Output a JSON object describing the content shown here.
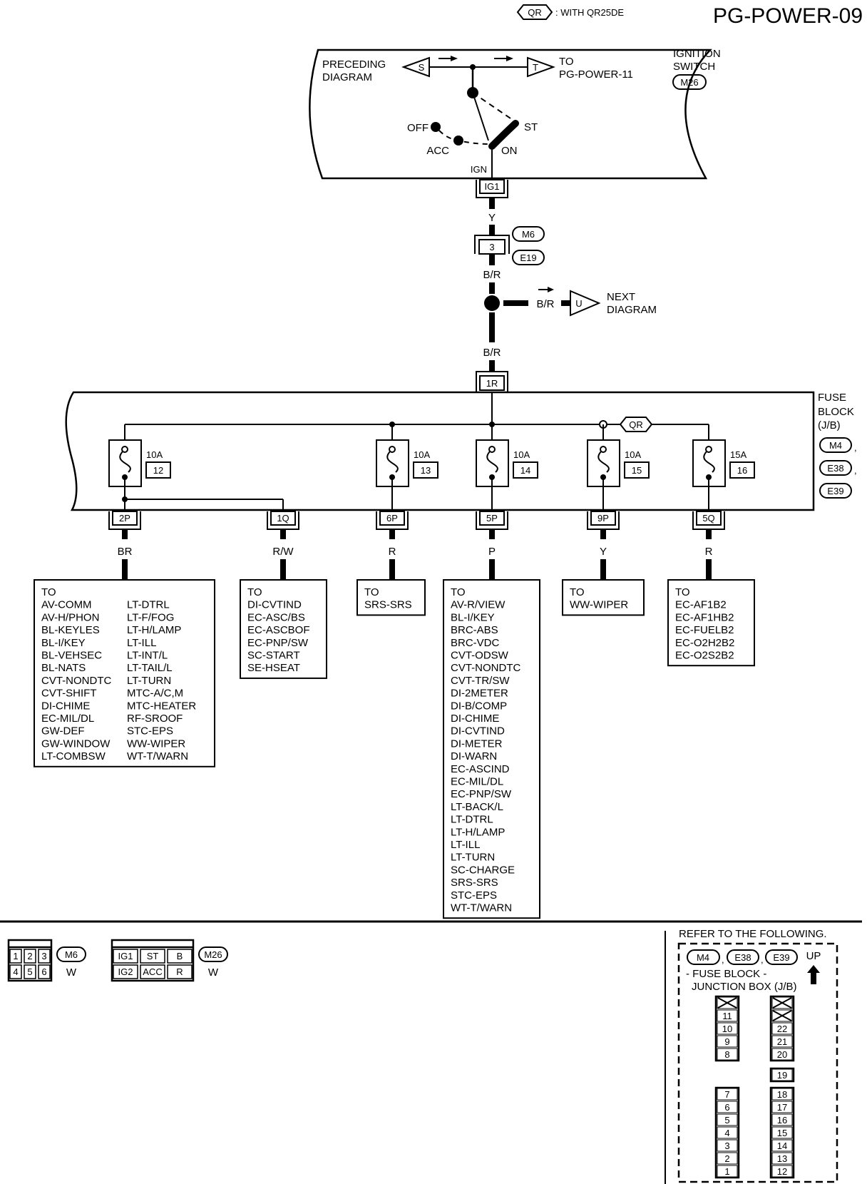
{
  "header": {
    "legend_badge": "QR",
    "legend_text": ": WITH QR25DE",
    "page_code": "PG-POWER-09"
  },
  "ignition_switch": {
    "title_line1": "IGNITION",
    "title_line2": "SWITCH",
    "connector": "M26",
    "preceding_line1": "PRECEDING",
    "preceding_line2": "DIAGRAM",
    "preceding_marker": "S",
    "to_marker": "T",
    "to_line1": "TO",
    "to_line2": "PG-POWER-11",
    "positions": {
      "off": "OFF",
      "acc": "ACC",
      "on": "ON",
      "st": "ST"
    },
    "ign_label": "IGN",
    "terminal": "IG1"
  },
  "harness": {
    "wire_y": "Y",
    "joint_pin": "3",
    "joint_connectors": [
      "M6",
      "E19"
    ],
    "wire_br1": "B/R",
    "wire_br2": "B/R",
    "wire_br3": "B/R",
    "next_marker": "U",
    "next_line1": "NEXT",
    "next_line2": "DIAGRAM",
    "fuse_input_terminal": "1R"
  },
  "fuse_block": {
    "title_line1": "FUSE",
    "title_line2": "BLOCK",
    "title_line3": "(J/B)",
    "connectors": [
      "M4",
      "E38",
      "E39"
    ],
    "qr_badge": "QR",
    "fuses": [
      {
        "rating": "10A",
        "number": "12",
        "terminal": "2P",
        "wire": "BR"
      },
      {
        "rating": "10A",
        "number": "13",
        "terminal": "6P",
        "wire": "R"
      },
      {
        "rating": "10A",
        "number": "14",
        "terminal": "5P",
        "wire": "P"
      },
      {
        "rating": "10A",
        "number": "15",
        "terminal": "9P",
        "wire": "Y"
      },
      {
        "rating": "15A",
        "number": "16",
        "terminal": "5Q",
        "wire": "R"
      }
    ],
    "extra_terminal": {
      "terminal": "1Q",
      "wire": "R/W"
    }
  },
  "destinations": [
    {
      "header": "TO",
      "col1": [
        "AV-COMM",
        "AV-H/PHON",
        "BL-KEYLES",
        "BL-I/KEY",
        "BL-VEHSEC",
        "BL-NATS",
        "CVT-NONDTC",
        "CVT-SHIFT",
        "DI-CHIME",
        "EC-MIL/DL",
        "GW-DEF",
        "GW-WINDOW",
        "LT-COMBSW"
      ],
      "col2": [
        "LT-DTRL",
        "LT-F/FOG",
        "LT-H/LAMP",
        "LT-ILL",
        "LT-INT/L",
        "LT-TAIL/L",
        "LT-TURN",
        "MTC-A/C,M",
        "MTC-HEATER",
        "RF-SROOF",
        "STC-EPS",
        "WW-WIPER",
        "WT-T/WARN"
      ]
    },
    {
      "header": "TO",
      "col1": [
        "DI-CVTIND",
        "EC-ASC/BS",
        "EC-ASCBOF",
        "EC-PNP/SW",
        "SC-START",
        "SE-HSEAT"
      ]
    },
    {
      "header": "TO",
      "col1": [
        "SRS-SRS"
      ]
    },
    {
      "header": "TO",
      "col1": [
        "AV-R/VIEW",
        "BL-I/KEY",
        "BRC-ABS",
        "BRC-VDC",
        "CVT-ODSW",
        "CVT-NONDTC",
        "CVT-TR/SW",
        "DI-2METER",
        "DI-B/COMP",
        "DI-CHIME",
        "DI-CVTIND",
        "DI-METER",
        "DI-WARN",
        "EC-ASCIND",
        "EC-MIL/DL",
        "EC-PNP/SW",
        "LT-BACK/L",
        "LT-DTRL",
        "LT-H/LAMP",
        "LT-ILL",
        "LT-TURN",
        "SC-CHARGE",
        "SRS-SRS",
        "STC-EPS",
        "WT-T/WARN"
      ]
    },
    {
      "header": "TO",
      "col1": [
        "WW-WIPER"
      ]
    },
    {
      "header": "TO",
      "col1": [
        "EC-AF1B2",
        "EC-AF1HB2",
        "EC-FUELB2",
        "EC-O2H2B2",
        "EC-O2S2B2"
      ]
    }
  ],
  "connector_views": [
    {
      "id": "M6",
      "color": "W",
      "rows": [
        [
          "1",
          "2",
          "3"
        ],
        [
          "4",
          "5",
          "6"
        ]
      ]
    },
    {
      "id": "M26",
      "color": "W",
      "rows": [
        [
          "IG1",
          "ST",
          "B"
        ],
        [
          "IG2",
          "ACC",
          "R"
        ]
      ]
    }
  ],
  "junction_box": {
    "refer_text": "REFER TO THE FOLLOWING.",
    "connectors": [
      "M4",
      "E38",
      "E39"
    ],
    "up_label": "UP",
    "title_line1": "- FUSE BLOCK -",
    "title_line2": "JUNCTION BOX (J/B)",
    "left_column_top": [
      "X",
      "11",
      "10",
      "9",
      "8"
    ],
    "left_column_bottom": [
      "7",
      "6",
      "5",
      "4",
      "3",
      "2",
      "1"
    ],
    "right_column_top": [
      "X",
      "X",
      "22",
      "21",
      "20"
    ],
    "right_single": [
      "19"
    ],
    "right_column_bottom": [
      "18",
      "17",
      "16",
      "15",
      "14",
      "13",
      "12"
    ]
  }
}
